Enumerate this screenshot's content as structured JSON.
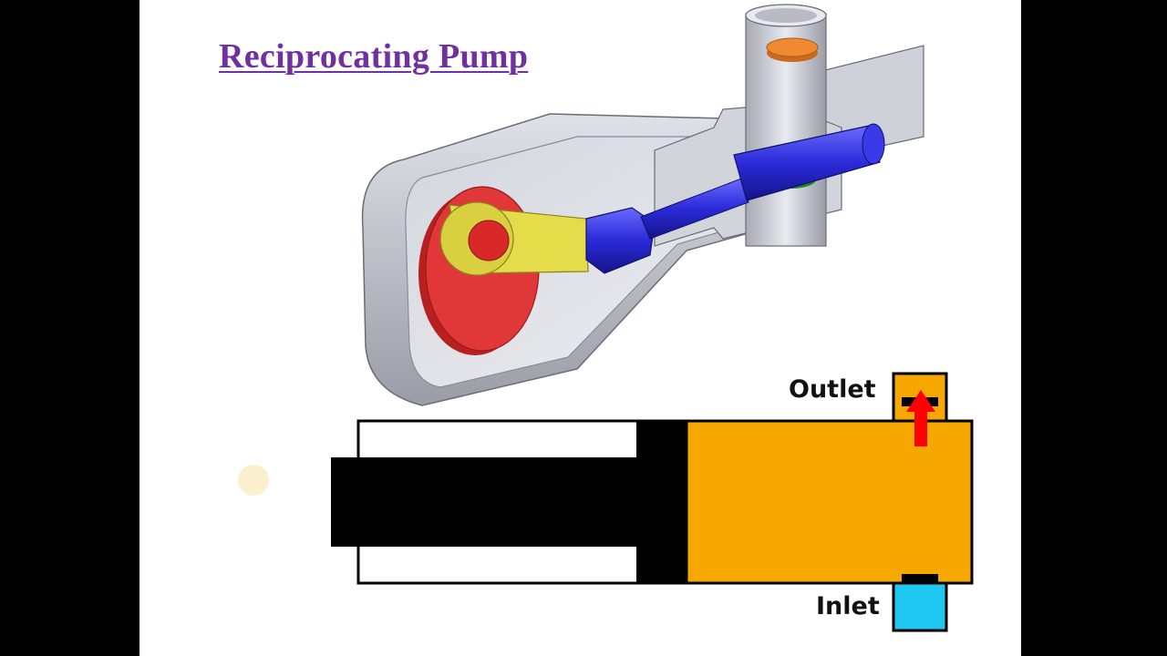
{
  "title": "Reciprocating Pump",
  "labels": {
    "outlet": "Outlet",
    "inlet": "Inlet"
  },
  "colors": {
    "title": "#7030a0",
    "crank_disc": "#e03030",
    "connecting_rod": "#e8e040",
    "piston_rod": "#2a2ad8",
    "outlet_valve": "#f08a30",
    "inlet_valve": "#30b030",
    "fluid": "#f7a800",
    "inlet_port": "#1ec8f0",
    "flow_arrow": "#ff0000",
    "casing": "#c8cad2"
  }
}
